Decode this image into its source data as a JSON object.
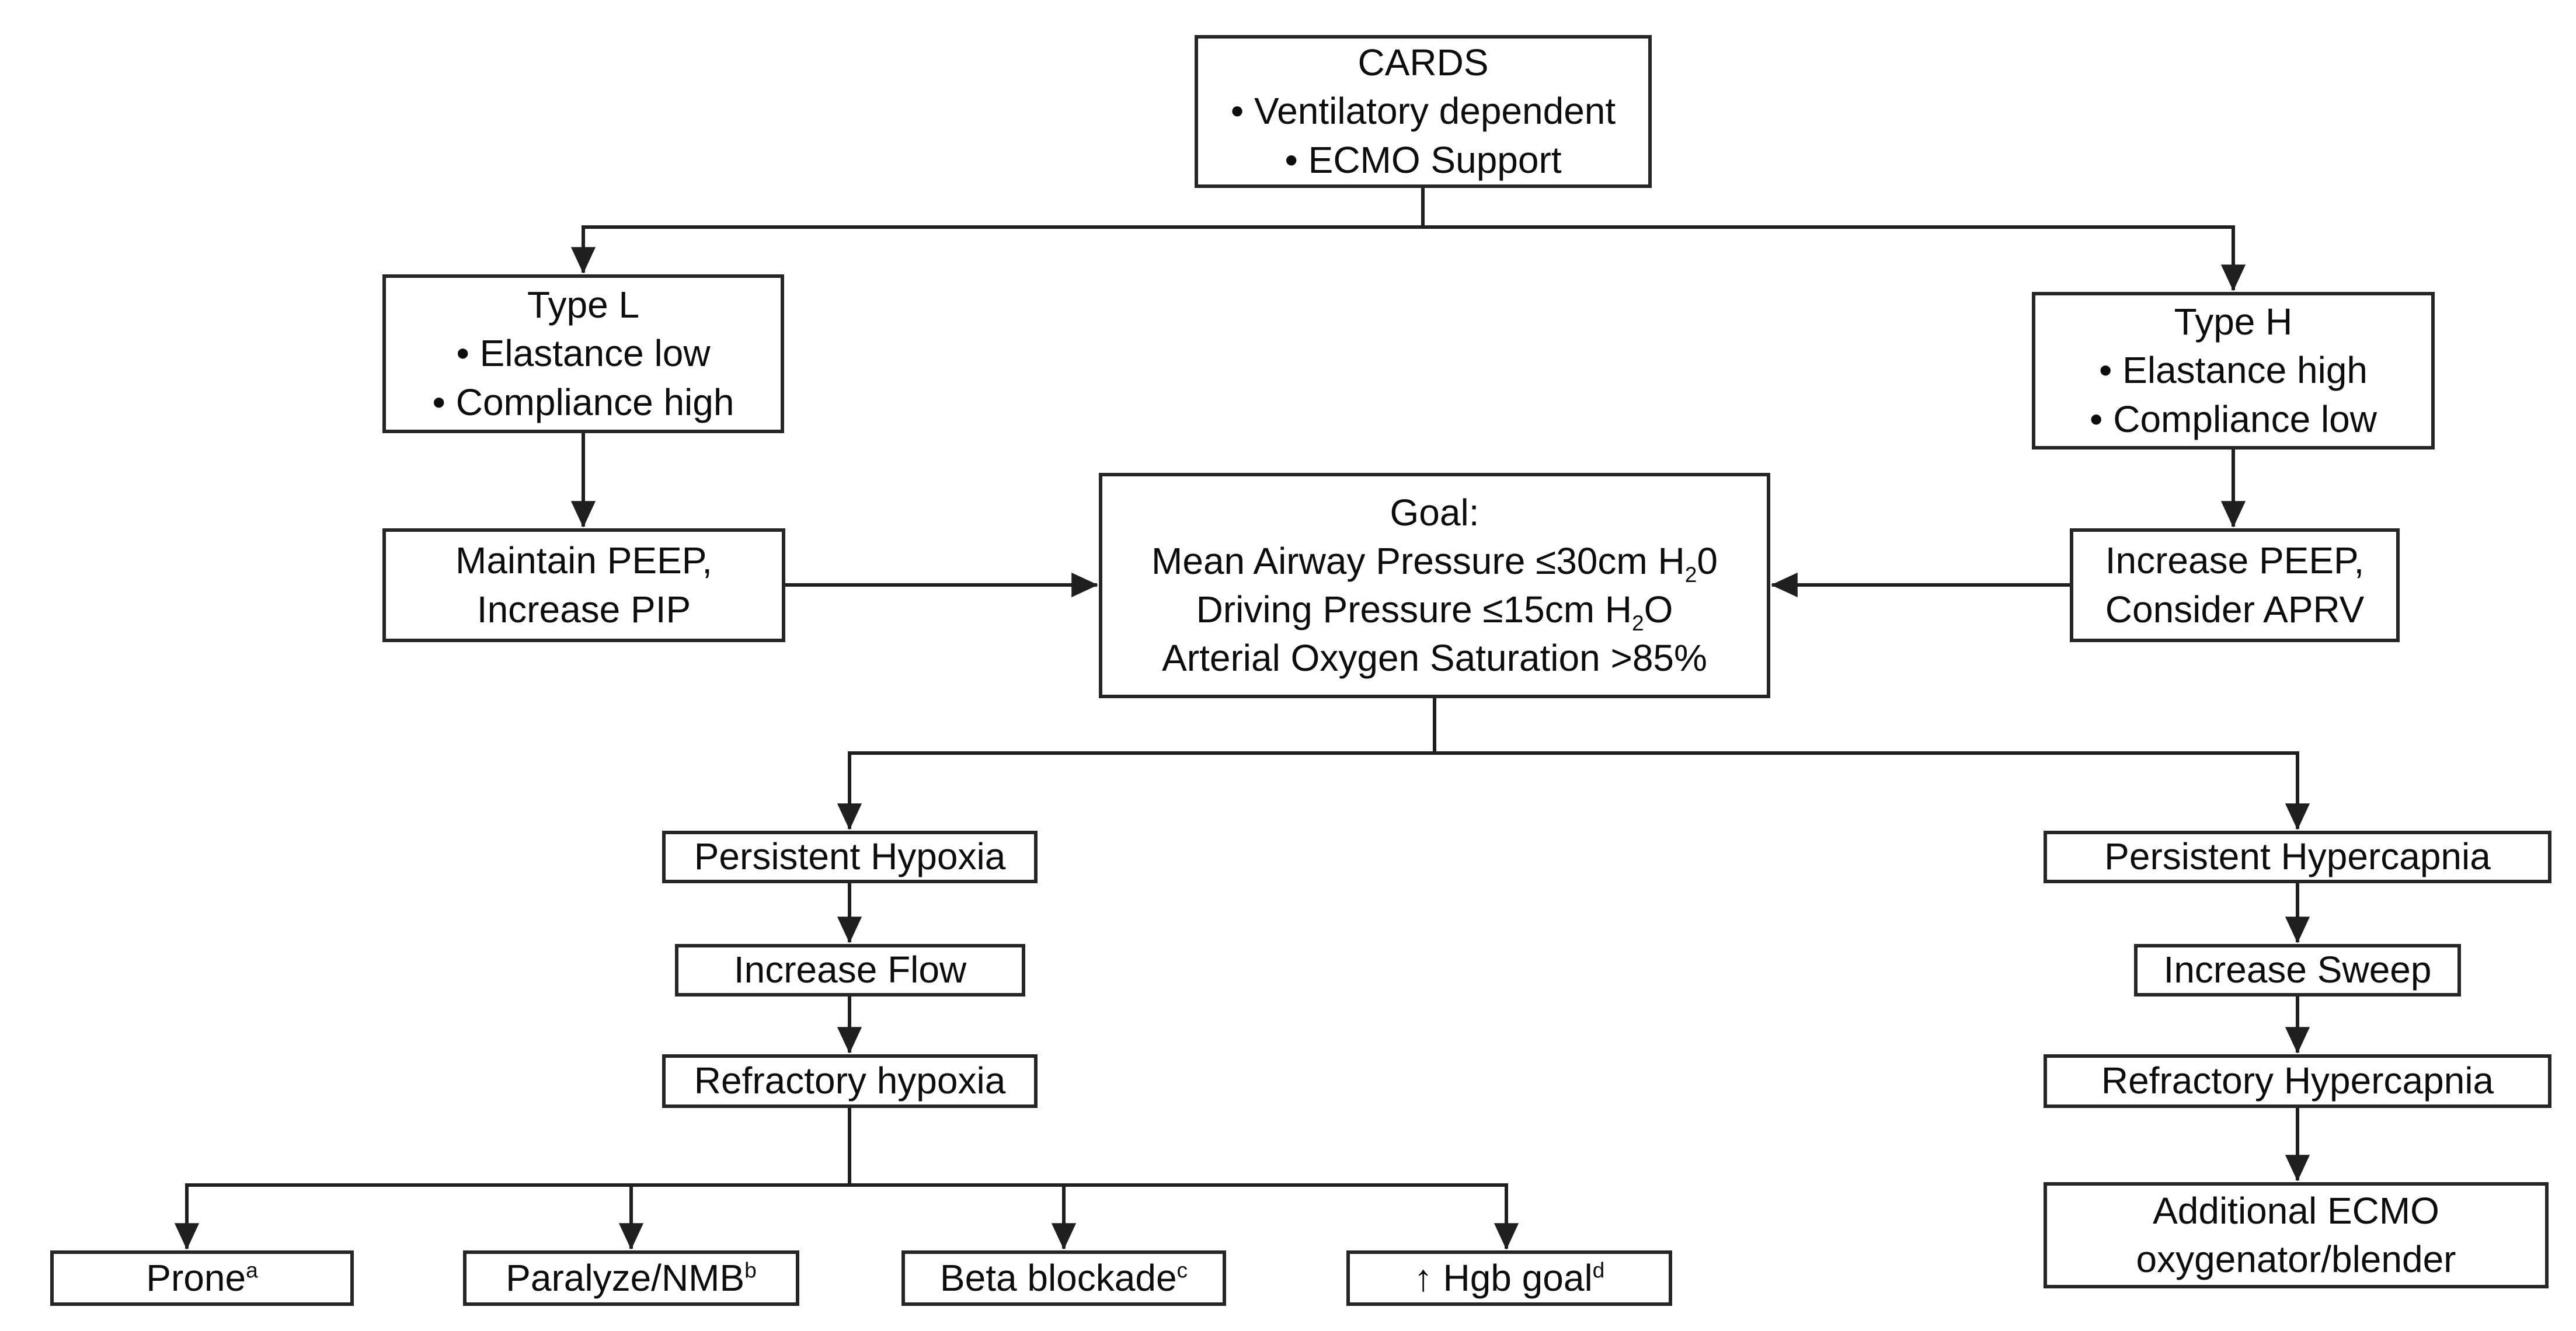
{
  "figure": {
    "kind": "flowchart",
    "colors": {
      "background": "#ffffff",
      "line": "#1f1f1f",
      "box_border": "#262626",
      "text": "#0d0d0d"
    }
  },
  "nodes": {
    "cards": {
      "title": "CARDS",
      "bullet1": "•  Ventilatory dependent",
      "bullet2": "•  ECMO Support"
    },
    "type_l": {
      "title": "Type L",
      "bullet1": "•  Elastance low",
      "bullet2": "•  Compliance high"
    },
    "type_h": {
      "title": "Type H",
      "bullet1": "•  Elastance high",
      "bullet2": "•  Compliance low"
    },
    "maintain_peep": {
      "line1": "Maintain PEEP,",
      "line2": "Increase PIP"
    },
    "goal": {
      "title": "Goal:",
      "map_pre": "Mean Airway Pressure ≤30cm H",
      "map_sub": "2",
      "map_post": "0",
      "dp_pre": "Driving Pressure ≤15cm H",
      "dp_sub": "2",
      "dp_post": "O",
      "sat": "Arterial Oxygen Saturation >85%"
    },
    "increase_peep": {
      "line1": "Increase PEEP,",
      "line2": "Consider APRV"
    },
    "persistent_hypoxia": {
      "label": "Persistent Hypoxia"
    },
    "increase_flow": {
      "label": "Increase Flow"
    },
    "refractory_hypoxia": {
      "label": "Refractory hypoxia"
    },
    "prone": {
      "label": "Prone",
      "sup": "a"
    },
    "paralyze_nmb": {
      "label": "Paralyze/NMB",
      "sup": "b"
    },
    "beta_blockade": {
      "label": "Beta blockade",
      "sup": "c"
    },
    "hgb_goal": {
      "label": "↑ Hgb goal",
      "sup": "d"
    },
    "persistent_hypercapnia": {
      "label": "Persistent Hypercapnia"
    },
    "increase_sweep": {
      "label": "Increase Sweep"
    },
    "refractory_hypercapnia": {
      "label": "Refractory Hypercapnia"
    },
    "additional_ecmo": {
      "line1": "Additional ECMO",
      "line2": "oxygenator/blender"
    }
  },
  "edges": [
    {
      "from": "cards",
      "to": "type_l"
    },
    {
      "from": "cards",
      "to": "type_h"
    },
    {
      "from": "type_l",
      "to": "maintain_peep"
    },
    {
      "from": "type_h",
      "to": "increase_peep"
    },
    {
      "from": "maintain_peep",
      "to": "goal"
    },
    {
      "from": "increase_peep",
      "to": "goal"
    },
    {
      "from": "goal",
      "to": "persistent_hypoxia"
    },
    {
      "from": "goal",
      "to": "persistent_hypercapnia"
    },
    {
      "from": "persistent_hypoxia",
      "to": "increase_flow"
    },
    {
      "from": "increase_flow",
      "to": "refractory_hypoxia"
    },
    {
      "from": "refractory_hypoxia",
      "to": "prone"
    },
    {
      "from": "refractory_hypoxia",
      "to": "paralyze_nmb"
    },
    {
      "from": "refractory_hypoxia",
      "to": "beta_blockade"
    },
    {
      "from": "refractory_hypoxia",
      "to": "hgb_goal"
    },
    {
      "from": "persistent_hypercapnia",
      "to": "increase_sweep"
    },
    {
      "from": "increase_sweep",
      "to": "refractory_hypercapnia"
    },
    {
      "from": "refractory_hypercapnia",
      "to": "additional_ecmo"
    }
  ]
}
